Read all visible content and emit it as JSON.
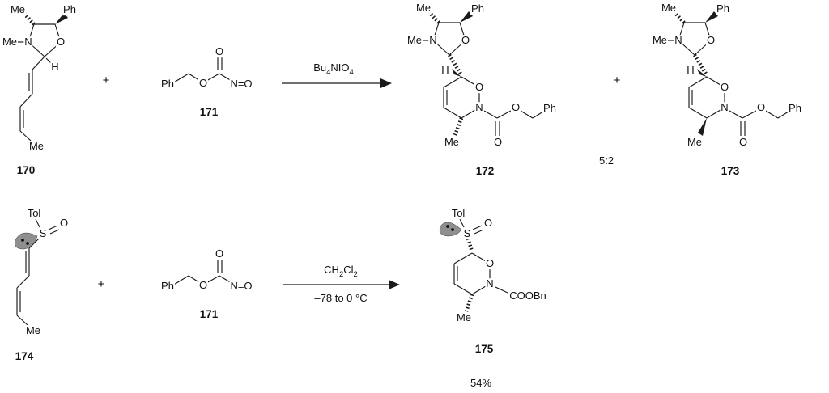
{
  "reaction1": {
    "plus1": "+",
    "plus2": "+",
    "ratio": "5:2",
    "reagent_parts": [
      "Bu",
      "4",
      "NIO",
      "4"
    ],
    "c170": {
      "number": "170",
      "me_top": "Me",
      "ph": "Ph",
      "n_me": "Me",
      "n": "N",
      "o": "O",
      "h": "H",
      "me_end": "Me"
    },
    "c171": {
      "number": "171",
      "ph": "Ph",
      "o_ester": "O",
      "o_carbonyl": "O",
      "n_o": "N=O"
    },
    "c172": {
      "number": "172",
      "me_top": "Me",
      "ph_top": "Ph",
      "n_me": "Me",
      "n": "N",
      "o": "O",
      "h": "H",
      "ring_o": "O",
      "ring_n": "N",
      "o_ester": "O",
      "o_carbonyl": "O",
      "ph_end": "Ph",
      "me_bottom": "Me"
    },
    "c173": {
      "number": "173",
      "me_top": "Me",
      "ph_top": "Ph",
      "n_me": "Me",
      "n": "N",
      "o": "O",
      "h": "H",
      "ring_o": "O",
      "ring_n": "N",
      "o_ester": "O",
      "o_carbonyl": "O",
      "ph_end": "Ph",
      "me_bottom": "Me"
    }
  },
  "reaction2": {
    "plus1": "+",
    "cond_top_parts": [
      "CH",
      "2",
      "Cl",
      "2"
    ],
    "cond_bottom": "–78 to 0 °C",
    "c174": {
      "number": "174",
      "tol": "Tol",
      "s": "S",
      "o": "O",
      "me_end": "Me"
    },
    "c171": {
      "number": "171",
      "ph": "Ph",
      "o_ester": "O",
      "o_carbonyl": "O",
      "n_o": "N=O"
    },
    "c175": {
      "number": "175",
      "tol": "Tol",
      "s": "S",
      "o": "O",
      "ring_o": "O",
      "ring_n": "N",
      "carbamate": "COOBn",
      "me": "Me",
      "yield": "54%"
    }
  }
}
